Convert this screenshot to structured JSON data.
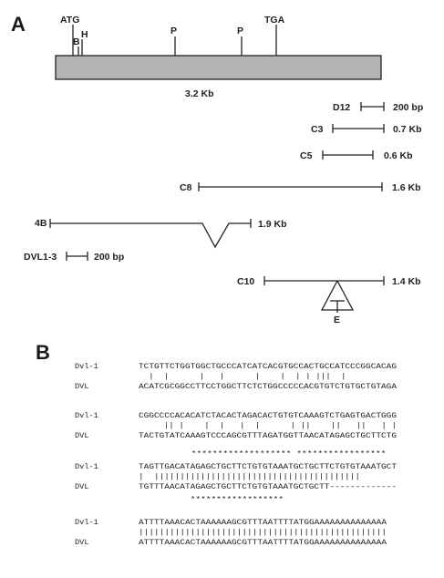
{
  "panel_a": {
    "label": "A",
    "gene_sites": {
      "atg": "ATG",
      "b": "B",
      "h": "H",
      "p1": "P",
      "p2": "P",
      "tga": "TGA"
    },
    "gene_length": "3.2 Kb",
    "clones": {
      "d12": {
        "name": "D12",
        "size": "200 bp"
      },
      "c3": {
        "name": "C3",
        "size": "0.7 Kb"
      },
      "c5": {
        "name": "C5",
        "size": "0.6 Kb"
      },
      "c8": {
        "name": "C8",
        "size": "1.6 Kb"
      },
      "b4": {
        "name": "4B",
        "size": "1.9 Kb"
      },
      "dvl13": {
        "name": "DVL1-3",
        "size": "200 bp"
      },
      "c10": {
        "name": "C10",
        "size": "1.4 Kb",
        "insert": "E"
      }
    }
  },
  "panel_b": {
    "label": "B",
    "blocks": [
      {
        "top_name": "Dvl-1",
        "top_seq": "TCTGTTCTGGTGGCTGCCCATCATCACGTGCCACTGCCATCCCGGCACAG",
        "match": "  |  |      |   |      |    |  | | |||  |          ",
        "bottom_name": "DVL",
        "bottom_seq": "ACATCGCGGCCTTCCTGGCTTCTCTGGCCCCCACGTGTCTGTGCTGTAGA"
      },
      {
        "top_name": "Dvl-1",
        "top_seq": "CGGCCCCACACATCTACACTAGACACTGTGTCAAAGTCTGAGTGACTGGG",
        "match": "     || |    |  |   |  |      | ||    ||   ||   | |",
        "bottom_name": "DVL",
        "bottom_seq": "TACTGTATCAAAGTCCCAGCGTTTAGATGGTTAACATAGAGCTGCTTCTG",
        "stars_above_bottom": "          ******************* *****************  "
      },
      {
        "top_name": "Dvl-1",
        "top_seq": "TAGTTGACATAGAGCTGCTTCTGTGTAAATGCTGCTTCTGTGTAAATGCT",
        "match": "|  ||||||||||||||||||||||||||||||||||||||||",
        "bottom_name": "DVL",
        "bottom_seq": "TGTTTAACATAGAGCTGCTTCTGTGTAAATGCTGCTT-------------",
        "stars_below_bottom": "          ******************"
      },
      {
        "top_name": "Dvl-1",
        "top_seq": "ATTTTAAACACTAAAAAAGCGTTTAATTTTATGGAAAAAAAAAAAAAA",
        "match": "||||||||||||||||||||||||||||||||||||||||||||||||",
        "bottom_name": "DVL",
        "bottom_seq": "ATTTTAAACACTAAAAAAGCGTTTAATTTTATGGAAAAAAAAAAAAAA"
      }
    ]
  },
  "colors": {
    "ink": "#222222",
    "bar_fill": "#b4b4b4",
    "background": "#ffffff"
  }
}
